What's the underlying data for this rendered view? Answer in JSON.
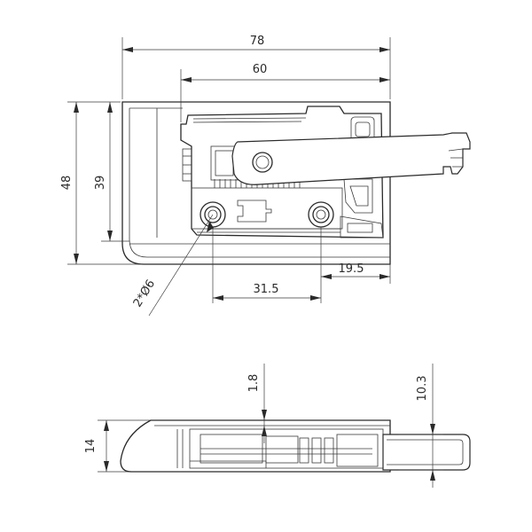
{
  "dimensions": {
    "overall_width": "78",
    "inner_width": "60",
    "overall_height": "48",
    "inner_height": "39",
    "right_offset": "19.5",
    "hole_spacing": "31.5",
    "holes": "2*Ø6",
    "side_height": "14",
    "gap_small": "1.8",
    "gap_lever": "10.3"
  }
}
